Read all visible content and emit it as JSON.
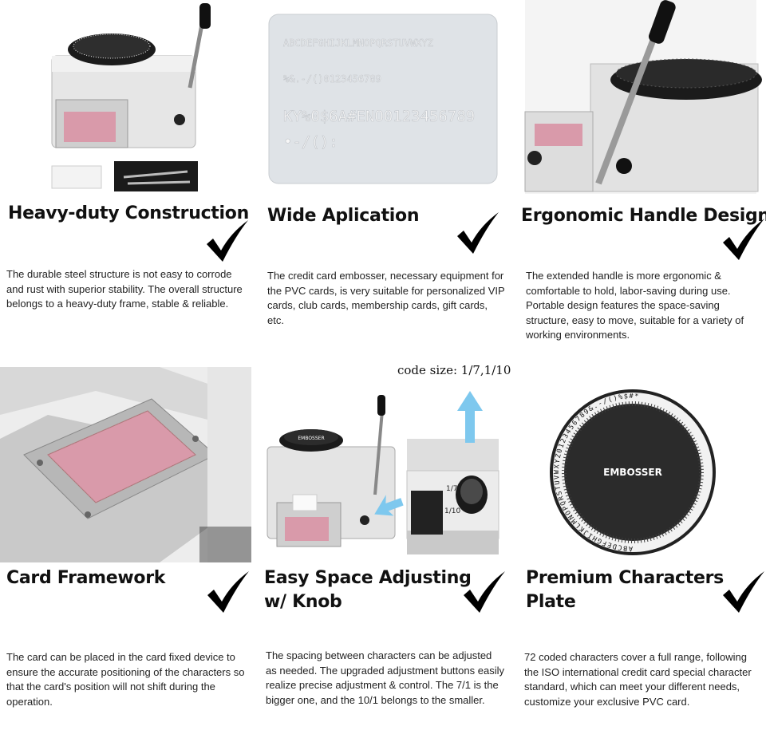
{
  "features": [
    {
      "title": "Heavy-duty Construction",
      "description": "The durable steel structure is not easy to corrode and rust with superior stability. The overall structure belongs to a heavy-duty frame, stable & reliable."
    },
    {
      "title": "Wide Aplication",
      "description": "The credit card embosser, necessary equipment for the PVC cards, is very suitable for personalized VIP cards, club cards, membership cards, gift cards, etc.",
      "card_lines": [
        "ABCDEFGHIJKLMNOPQRSTUVWXYZ",
        "%&.-/()0123456789",
        "KY%0$6A#ENO0123456789",
        "•-/():"
      ]
    },
    {
      "title": "Ergonomic Handle Design",
      "description": "The extended handle is more ergonomic & comfortable to hold, labor-saving during use. Portable design features the space-saving structure, easy to move, suitable for a variety of working environments."
    },
    {
      "title": "Card Framework",
      "description": "The card can be placed in the card fixed device to ensure the accurate positioning of the characters so that the card's position will not shift during the operation."
    },
    {
      "title_line1": "Easy Space Adjusting",
      "title_line2": "w/ Knob",
      "description": "The spacing between characters can be adjusted as needed. The upgraded adjustment buttons easily realize precise adjustment & control. The 7/1 is the bigger one, and the 10/1 belongs to the smaller.",
      "code_size": "code size: 1/7,1/10",
      "knob_label_top": "1/7",
      "knob_label_bottom": "1/10",
      "machine_label": "EMBOSSER"
    },
    {
      "title_line1": "Premium Characters",
      "title_line2": "Plate",
      "description": "72 coded characters cover a full range, following the ISO international credit card special character standard, which can meet your different needs, customize your exclusive PVC card.",
      "plate_label": "EMBOSSER",
      "plate_ring_text": "ABCDEFGHIJKLMNOPQRSTUVWXYZ0123456789&.-/()%$#*"
    }
  ],
  "icons": {
    "check": "checkmark-icon",
    "arrow": "arrow-icon"
  },
  "colors": {
    "arrow_blue": "#7ec8ee",
    "card_pink": "#d99aaa"
  }
}
